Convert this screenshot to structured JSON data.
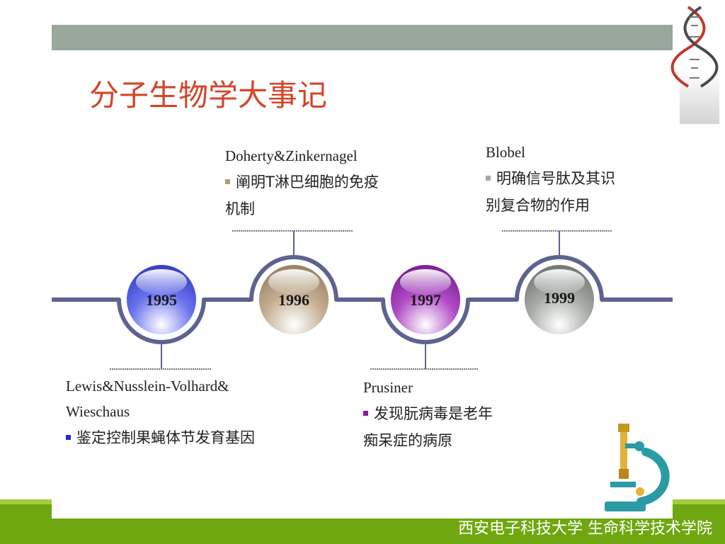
{
  "slide": {
    "title": "分子生物学大事记",
    "footer": "西安电子科技大学 生命科学技术学院"
  },
  "colors": {
    "title": "#D5442B",
    "header_bar": "#98A89B",
    "timeline": "#5D6390",
    "green_band": "#6FA711",
    "green_band_light": "#A5CC3C"
  },
  "timeline": {
    "nodes": [
      {
        "year": "1995",
        "color": "#6B73EE"
      },
      {
        "year": "1996",
        "color": "#C4AE91"
      },
      {
        "year": "1997",
        "color": "#B04CC6"
      },
      {
        "year": "1999",
        "color": "#A6ABA6"
      }
    ]
  },
  "events": [
    {
      "person": "Lewis&Nusslein-Volhard&",
      "person2": "Wieschaus",
      "desc_line1": "鉴定控制果蝇体节发育基因",
      "bullet_color": "#1F2BD6"
    },
    {
      "person": "Doherty&Zinkernagel",
      "desc_line1": "阐明T淋巴细胞的免疫",
      "desc_line2": "机制",
      "bullet_color": "#B29C78"
    },
    {
      "person": "Prusiner",
      "desc_line1": "发现朊病毒是老年",
      "desc_line2": "痴呆症的病原",
      "bullet_color": "#8A1F96"
    },
    {
      "person": "Blobel",
      "desc_line1": "明确信号肽及其识",
      "desc_line2": "别复合物的作用",
      "bullet_color": "#A3A9A3"
    }
  ],
  "decorations": {
    "dna_icon": "dna-helix-icon",
    "microscope_icon": "microscope-icon"
  }
}
